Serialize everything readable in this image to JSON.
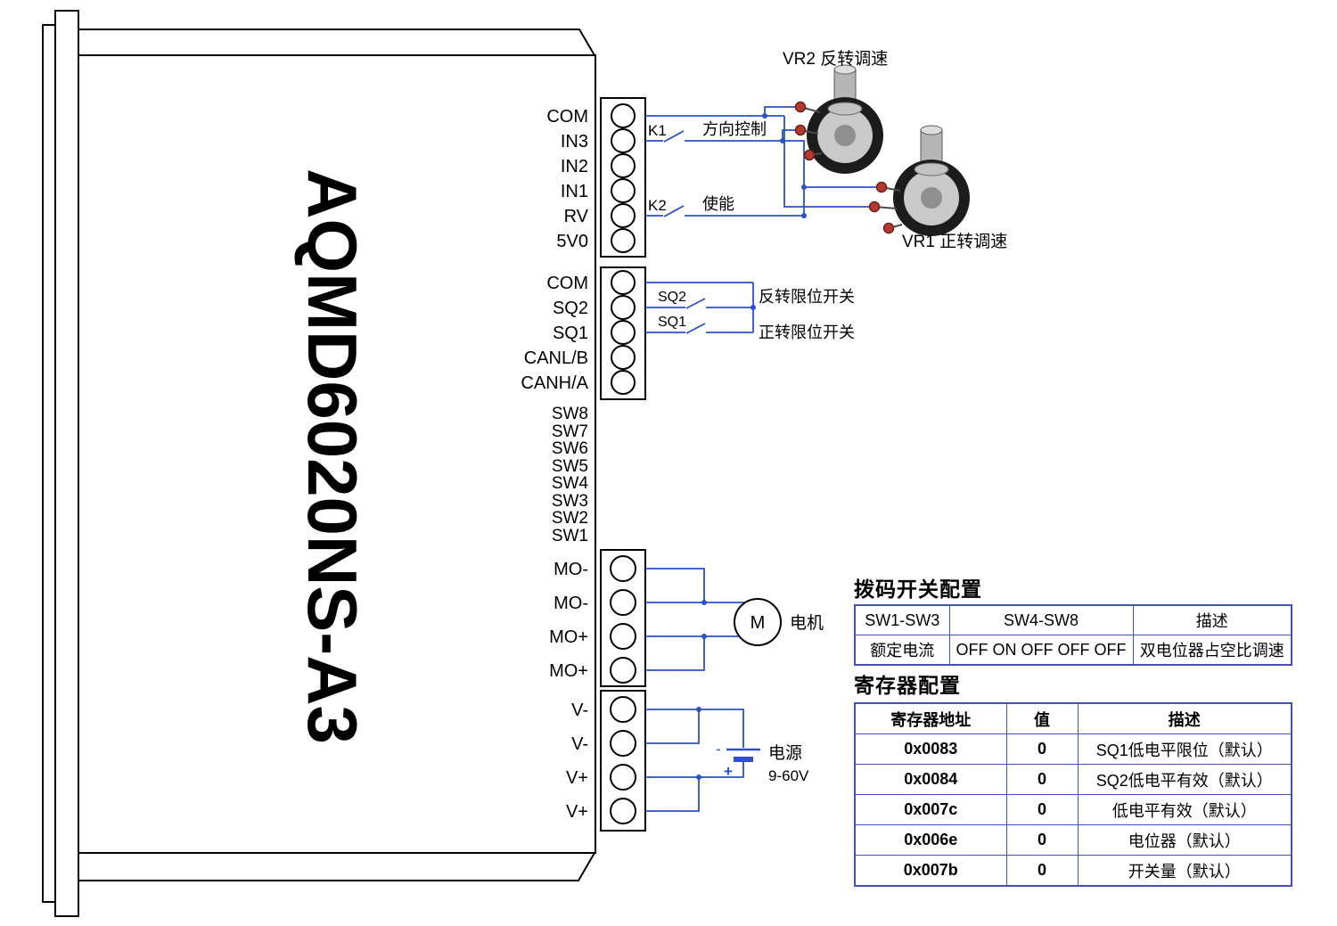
{
  "device": {
    "model": "AQMD6020NS-A3"
  },
  "pins": {
    "block1": [
      "COM",
      "IN3",
      "IN2",
      "IN1",
      "RV",
      "5V0"
    ],
    "block2": [
      "COM",
      "SQ2",
      "SQ1",
      "CANL/B",
      "CANH/A"
    ],
    "dip": [
      "SW8",
      "SW7",
      "SW6",
      "SW5",
      "SW4",
      "SW3",
      "SW2",
      "SW1"
    ],
    "block3": [
      "MO-",
      "MO-",
      "MO+",
      "MO+"
    ],
    "block4": [
      "V-",
      "V-",
      "V+",
      "V+"
    ]
  },
  "annotations": {
    "k1": "K1",
    "k1_desc": "方向控制",
    "k2": "K2",
    "k2_desc": "使能",
    "vr2": "VR2 反转调速",
    "vr1": "VR1 正转调速",
    "sq2": "SQ2",
    "sq2_desc": "反转限位开关",
    "sq1": "SQ1",
    "sq1_desc": "正转限位开关",
    "motor": "M",
    "motor_desc": "电机",
    "power": "电源",
    "power_range": "9-60V",
    "plus": "+",
    "minus": "-"
  },
  "dip_table": {
    "title": "拨码开关配置",
    "headers": [
      "SW1-SW3",
      "SW4-SW8",
      "描述"
    ],
    "rows": [
      [
        "额定电流",
        "OFF ON OFF OFF OFF",
        "双电位器占空比调速"
      ]
    ]
  },
  "register_table": {
    "title": "寄存器配置",
    "headers": [
      "寄存器地址",
      "值",
      "描述"
    ],
    "rows": [
      [
        "0x0083",
        "0",
        "SQ1低电平限位（默认）"
      ],
      [
        "0x0084",
        "0",
        "SQ2低电平有效（默认）"
      ],
      [
        "0x007c",
        "0",
        "低电平有效（默认）"
      ],
      [
        "0x006e",
        "0",
        "电位器（默认）"
      ],
      [
        "0x007b",
        "0",
        "开关量（默认）"
      ]
    ]
  },
  "colors": {
    "wire": "#2b50c8",
    "table_border": "#4050b5",
    "pot_lug": "#b23a2e",
    "outline": "#000000"
  }
}
